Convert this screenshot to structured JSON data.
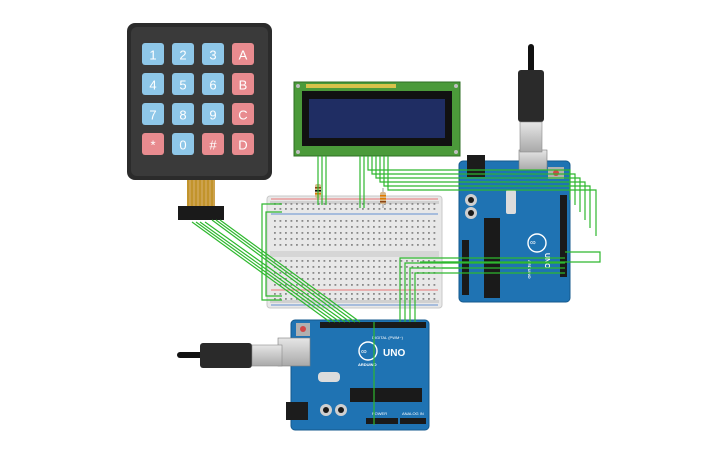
{
  "keypad": {
    "rows": [
      [
        "1",
        "2",
        "3",
        "A"
      ],
      [
        "4",
        "5",
        "6",
        "B"
      ],
      [
        "7",
        "8",
        "9",
        "C"
      ],
      [
        "*",
        "0",
        "#",
        "D"
      ]
    ],
    "colors": {
      "digit": "#8ec7e8",
      "letter": "#e88b8f",
      "body": "#333333"
    }
  },
  "lcd": {
    "screen_color": "#1f2d63",
    "board_color": "#4b9a3a"
  },
  "arduino_top": {
    "brand": "ARDUINO",
    "model": "UNO",
    "board_color": "#1f73b3"
  },
  "arduino_bottom": {
    "brand": "ARDUINO",
    "model": "UNO",
    "labels": {
      "digital": "DIGITAL (PWM~)",
      "power": "POWER",
      "analog": "ANALOG IN"
    },
    "board_color": "#1f73b3"
  },
  "wire_color": "#2eb82e"
}
